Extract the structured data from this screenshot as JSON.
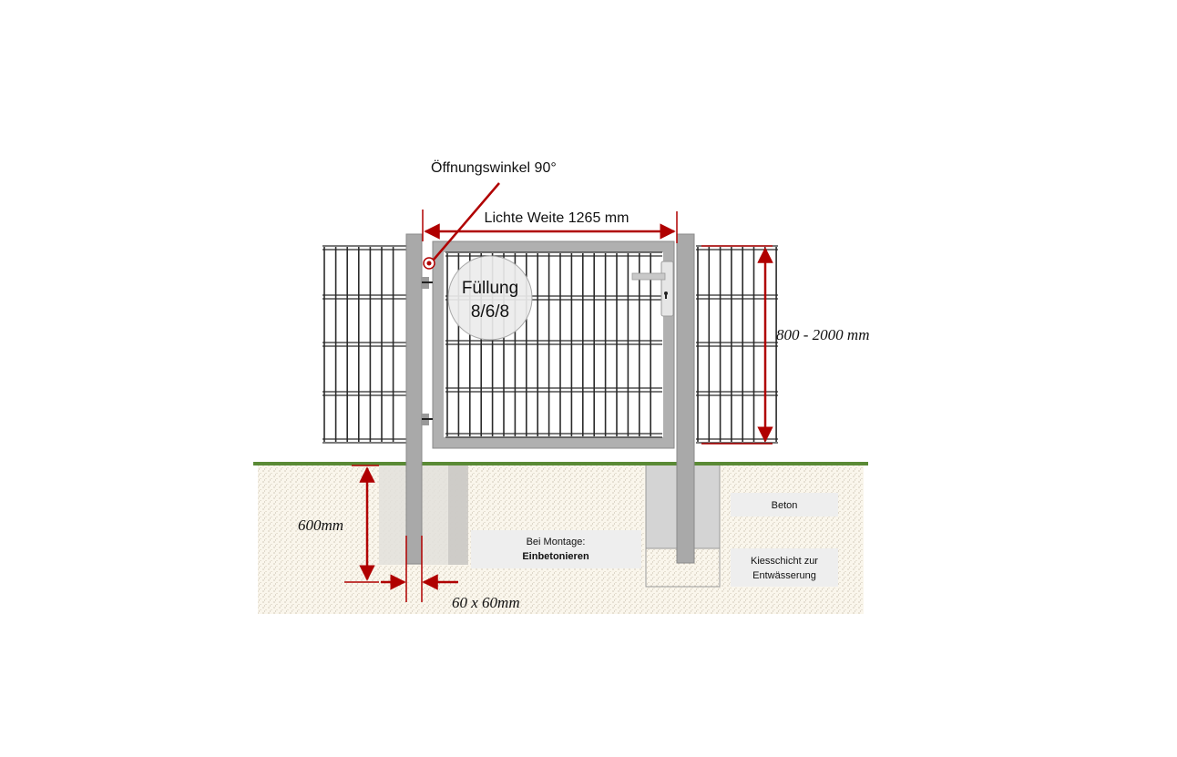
{
  "diagram": {
    "labels": {
      "opening_angle": "Öffnungswinkel 90°",
      "clear_width": "Lichte Weite 1265 mm",
      "filling_line1": "Füllung",
      "filling_line2": "8/6/8",
      "height_range": "800 - 2000 mm",
      "depth": "600mm",
      "post_size": "60 x 60mm",
      "mounting_line1": "Bei Montage:",
      "mounting_line2": "Einbetonieren",
      "concrete": "Beton",
      "gravel_line1": "Kiesschicht zur",
      "gravel_line2": "Entwässerung"
    },
    "colors": {
      "dimension_red": "#b00000",
      "post_gray": "#a9a9a9",
      "mesh_dark": "#2b2b2b",
      "ground_green": "#5a8a35",
      "soil": "#f7f2e6",
      "concrete": "#d9d9d9"
    }
  }
}
